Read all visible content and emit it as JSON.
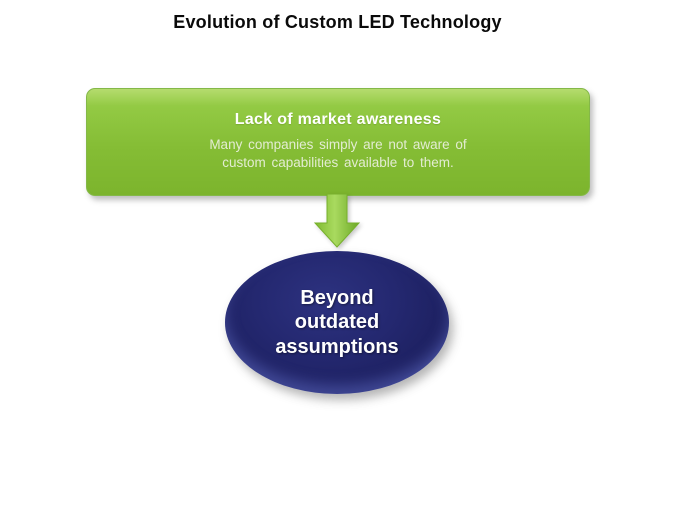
{
  "slide": {
    "title": "Evolution of Custom LED Technology",
    "awareness_box": {
      "heading": "Lack of market awareness",
      "body_lines": [
        "Many  companies  simply  are not aware of",
        "custom capabilities  available  to them."
      ]
    },
    "conclusion": {
      "lines": [
        "Beyond",
        "outdated",
        "assumptions"
      ]
    },
    "colors": {
      "box_green_top": "#93ca44",
      "box_green_bottom": "#7cb42d",
      "arrow_green": "#8cc63f",
      "ellipse_navy": "#23276c",
      "ellipse_rim": "#3d4494",
      "heading_text": "#ffffff",
      "body_text": "#e3ecd2",
      "title_text": "#0a0a0a"
    }
  }
}
